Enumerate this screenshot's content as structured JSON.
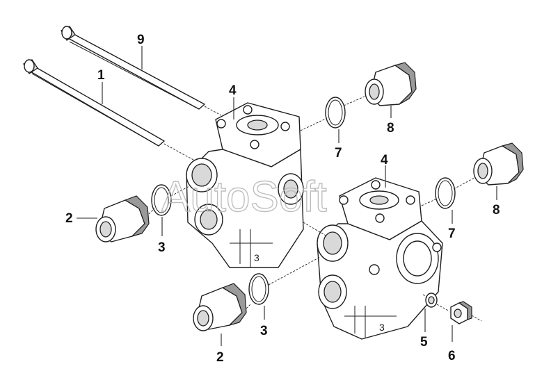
{
  "callouts": {
    "c1": "1",
    "c9": "9",
    "c4a": "4",
    "c4b": "4",
    "c2a": "2",
    "c2b": "2",
    "c3a": "3",
    "c3b": "3",
    "c5": "5",
    "c6": "6",
    "c7a": "7",
    "c7b": "7",
    "c8a": "8",
    "c8b": "8"
  },
  "watermark": "AutoSoft",
  "colors": {
    "line": "#1e1e1e",
    "shade": "#d9d9d9",
    "watermark": "#b8b8b8"
  }
}
